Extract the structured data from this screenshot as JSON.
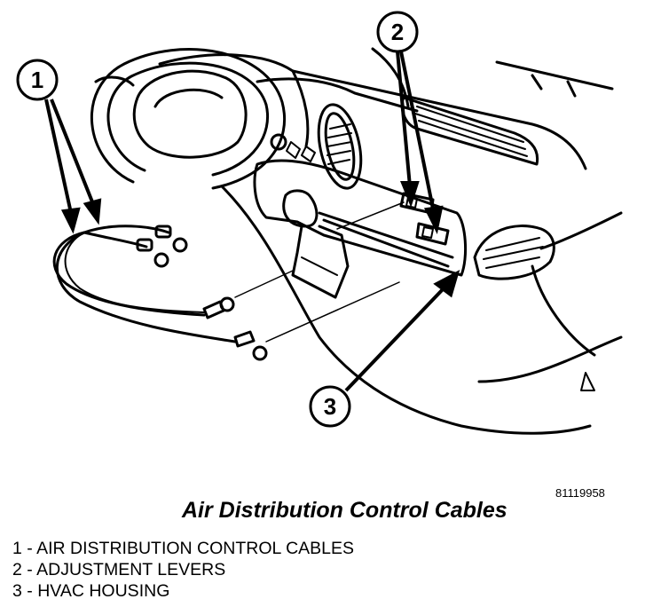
{
  "figure": {
    "id": "81119958",
    "title": "Air Distribution Control Cables"
  },
  "callouts": [
    "1",
    "2",
    "3"
  ],
  "legend": [
    {
      "num": "1",
      "text": "AIR DISTRIBUTION CONTROL CABLES"
    },
    {
      "num": "2",
      "text": "ADJUSTMENT LEVERS"
    },
    {
      "num": "3",
      "text": "HVAC HOUSING"
    }
  ],
  "colors": {
    "ink": "#000000",
    "paper": "#ffffff"
  }
}
